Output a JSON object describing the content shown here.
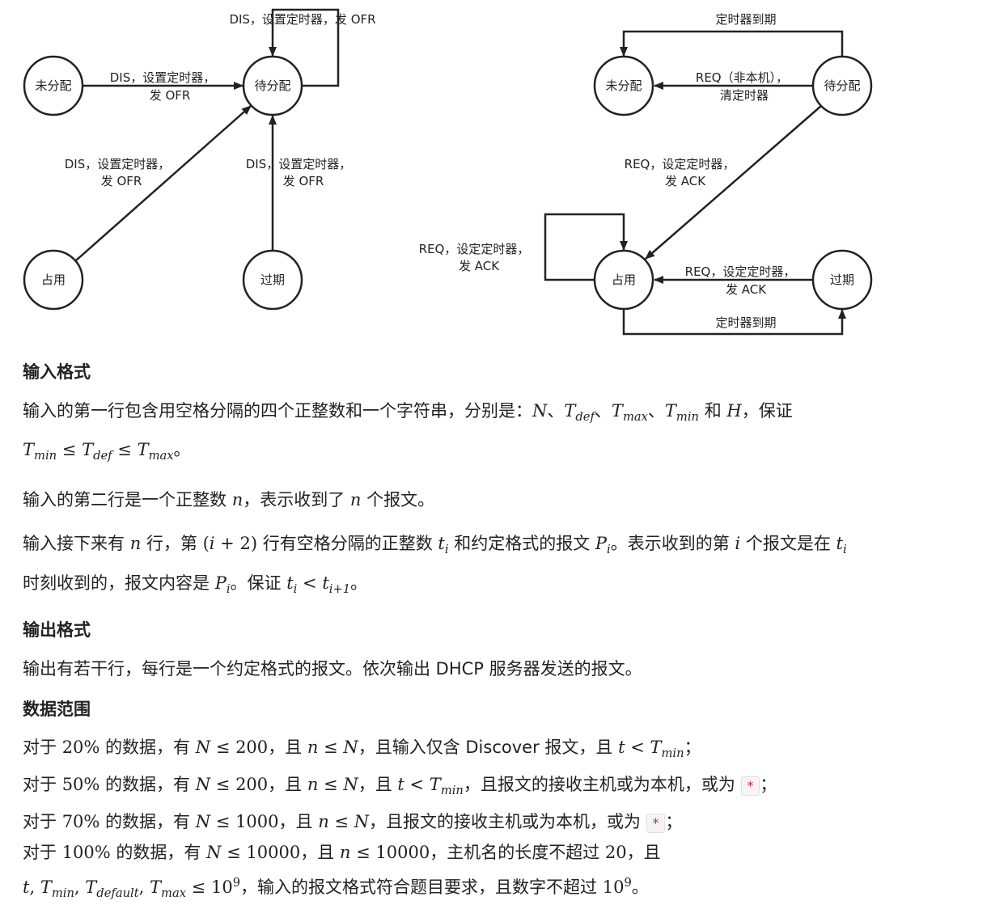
{
  "diagram": {
    "left": {
      "nodes": {
        "unalloc": "未分配",
        "pending": "待分配",
        "occupied": "占用",
        "expired": "过期"
      },
      "edges": {
        "self_loop": "DIS，设置定时器，发 OFR",
        "unalloc_pending_1": "DIS，设置定时器，",
        "unalloc_pending_2": "发 OFR",
        "occupied_pending_1": "DIS，设置定时器，",
        "occupied_pending_2": "发 OFR",
        "expired_pending_1": "DIS，设置定时器，",
        "expired_pending_2": "发 OFR"
      }
    },
    "right": {
      "nodes": {
        "unalloc": "未分配",
        "pending": "待分配",
        "occupied": "占用",
        "expired": "过期"
      },
      "edges": {
        "timer_top": "定时器到期",
        "req_other_1": "REQ（非本机），",
        "req_other_2": "清定时器",
        "req_ack_1": "REQ，设定定时器，",
        "req_ack_2": "发 ACK",
        "self_loop_1": "REQ，设定定时器，",
        "self_loop_2": "发 ACK",
        "expired_occupied_1": "REQ，设定定时器，",
        "expired_occupied_2": "发 ACK",
        "timer_bottom": "定时器到期"
      }
    }
  },
  "input_format": {
    "heading": "输入格式",
    "p1": {
      "a": "输入的第一行包含用空格分隔的四个正整数和一个字符串，分别是：",
      "N": "N",
      "sep": "、",
      "T": "T",
      "def": "def",
      "max": "max",
      "min": "min",
      "and": " 和 ",
      "H": "H",
      "b": "，保证",
      "leq": " ≤ ",
      "end": "。"
    },
    "p2": {
      "a": "输入的第二行是一个正整数 ",
      "n": "n",
      "b": "，表示收到了 ",
      "c": " 个报文。"
    },
    "p3": {
      "a": "输入接下来有 ",
      "n": "n",
      "b": " 行，第 ",
      "paren_open": "(",
      "i": "i",
      "plus2": " + 2",
      "paren_close": ")",
      "c": " 行有空格分隔的正整数 ",
      "t": "t",
      "sub_i": "i",
      "d": " 和约定格式的报文 ",
      "P": "P",
      "e": "。表示收到的第 ",
      "f": " 个报文是在 ",
      "g": "时刻收到的，报文内容是 ",
      "h": "。保证 ",
      "lt": " < ",
      "sub_i1": "i+1",
      "end": "。"
    }
  },
  "output_format": {
    "heading": "输出格式",
    "text": "输出有若干行，每行是一个约定格式的报文。依次输出 DHCP 服务器发送的报文。"
  },
  "data_range": {
    "heading": "数据范围",
    "l1": {
      "a": "对于 ",
      "pct": "20%",
      "b": " 的数据，有 ",
      "N": "N",
      "leq": " ≤ ",
      "v": "200",
      "c": "，且 ",
      "n": "n",
      "d": "，且输入仅含 Discover 报文，且 ",
      "t": "t",
      "lt": " < ",
      "T": "T",
      "min": "min",
      "end": "；"
    },
    "l2": {
      "a": "对于 ",
      "pct": "50%",
      "b": " 的数据，有 ",
      "v": "200",
      "c": "，且 ",
      "d": "，且 ",
      "e": "，且报文的接收主机或为本机，或为 ",
      "star": "*",
      "end": "；"
    },
    "l3": {
      "a": "对于 ",
      "pct": "70%",
      "b": " 的数据，有 ",
      "v": "1000",
      "c": "，且 ",
      "e": "，且报文的接收主机或为本机，或为 ",
      "star": "*",
      "end": "；"
    },
    "l4": {
      "a": "对于 ",
      "pct": "100%",
      "b": " 的数据，有 ",
      "v": "10000",
      "c": "，且 ",
      "d": "，主机名的长度不超过 ",
      "v20": "20",
      "e": "，且"
    },
    "l5": {
      "t": "t",
      "comma": ", ",
      "T": "T",
      "min": "min",
      "default": "default",
      "max": "max",
      "leq": " ≤ ",
      "ten": "10",
      "nine": "9",
      "a": "，输入的报文格式符合题目要求，且数字不超过 ",
      "end": "。"
    }
  }
}
